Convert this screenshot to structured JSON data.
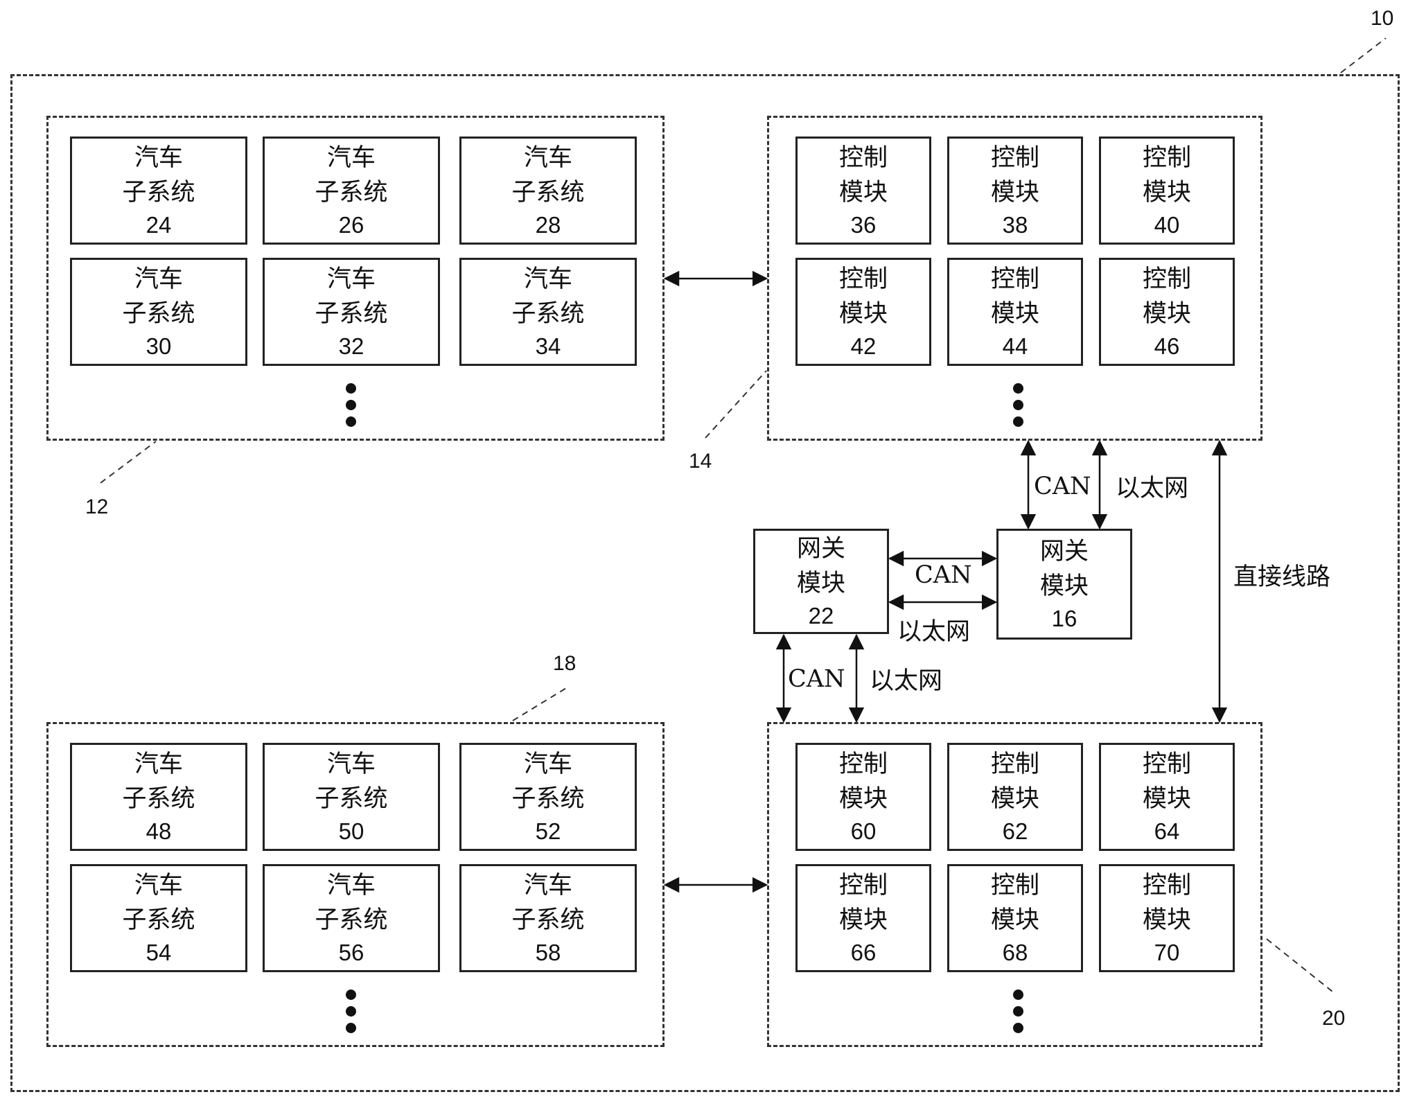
{
  "system_ref": "10",
  "groups": {
    "top_left": {
      "ref": "12",
      "items": [
        {
          "l1": "汽车",
          "l2": "子系统",
          "num": "24"
        },
        {
          "l1": "汽车",
          "l2": "子系统",
          "num": "26"
        },
        {
          "l1": "汽车",
          "l2": "子系统",
          "num": "28"
        },
        {
          "l1": "汽车",
          "l2": "子系统",
          "num": "30"
        },
        {
          "l1": "汽车",
          "l2": "子系统",
          "num": "32"
        },
        {
          "l1": "汽车",
          "l2": "子系统",
          "num": "34"
        }
      ]
    },
    "top_right": {
      "ref": "14",
      "items": [
        {
          "l1": "控制",
          "l2": "模块",
          "num": "36"
        },
        {
          "l1": "控制",
          "l2": "模块",
          "num": "38"
        },
        {
          "l1": "控制",
          "l2": "模块",
          "num": "40"
        },
        {
          "l1": "控制",
          "l2": "模块",
          "num": "42"
        },
        {
          "l1": "控制",
          "l2": "模块",
          "num": "44"
        },
        {
          "l1": "控制",
          "l2": "模块",
          "num": "46"
        }
      ]
    },
    "bottom_left": {
      "ref": "18",
      "items": [
        {
          "l1": "汽车",
          "l2": "子系统",
          "num": "48"
        },
        {
          "l1": "汽车",
          "l2": "子系统",
          "num": "50"
        },
        {
          "l1": "汽车",
          "l2": "子系统",
          "num": "52"
        },
        {
          "l1": "汽车",
          "l2": "子系统",
          "num": "54"
        },
        {
          "l1": "汽车",
          "l2": "子系统",
          "num": "56"
        },
        {
          "l1": "汽车",
          "l2": "子系统",
          "num": "58"
        }
      ]
    },
    "bottom_right": {
      "ref": "20",
      "items": [
        {
          "l1": "控制",
          "l2": "模块",
          "num": "60"
        },
        {
          "l1": "控制",
          "l2": "模块",
          "num": "62"
        },
        {
          "l1": "控制",
          "l2": "模块",
          "num": "64"
        },
        {
          "l1": "控制",
          "l2": "模块",
          "num": "66"
        },
        {
          "l1": "控制",
          "l2": "模块",
          "num": "68"
        },
        {
          "l1": "控制",
          "l2": "模块",
          "num": "70"
        }
      ]
    }
  },
  "gateways": {
    "gw22": {
      "l1": "网关",
      "l2": "模块",
      "num": "22"
    },
    "gw16": {
      "l1": "网关",
      "l2": "模块",
      "num": "16"
    }
  },
  "links": {
    "can": "CAN",
    "ethernet": "以太网",
    "direct": "直接线路"
  }
}
